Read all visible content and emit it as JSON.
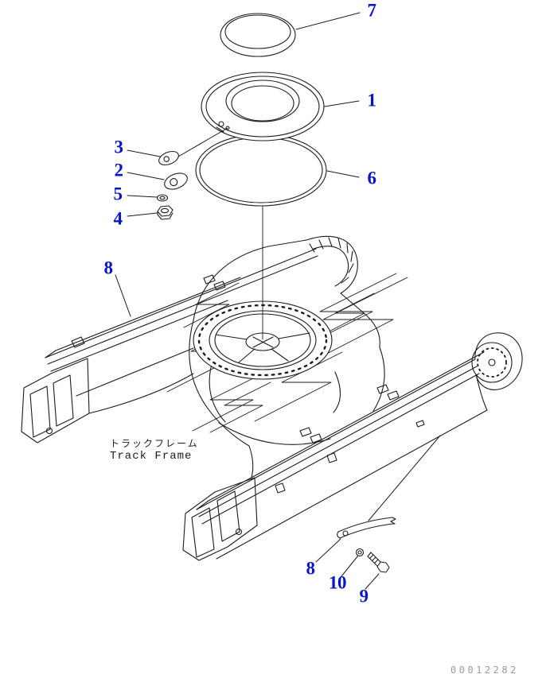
{
  "diagram": {
    "title_jp": "トラックフレーム",
    "title_en": "Track Frame",
    "drawing_number": "00012282",
    "accent_color": "#0714cc",
    "line_color": "#1c1c1c",
    "background_color": "#ffffff"
  },
  "callouts": [
    {
      "label": "7"
    },
    {
      "label": "1"
    },
    {
      "label": "3"
    },
    {
      "label": "2"
    },
    {
      "label": "5"
    },
    {
      "label": "4"
    },
    {
      "label": "6"
    },
    {
      "label": "8"
    },
    {
      "label": "8"
    },
    {
      "label": "10"
    },
    {
      "label": "9"
    }
  ]
}
